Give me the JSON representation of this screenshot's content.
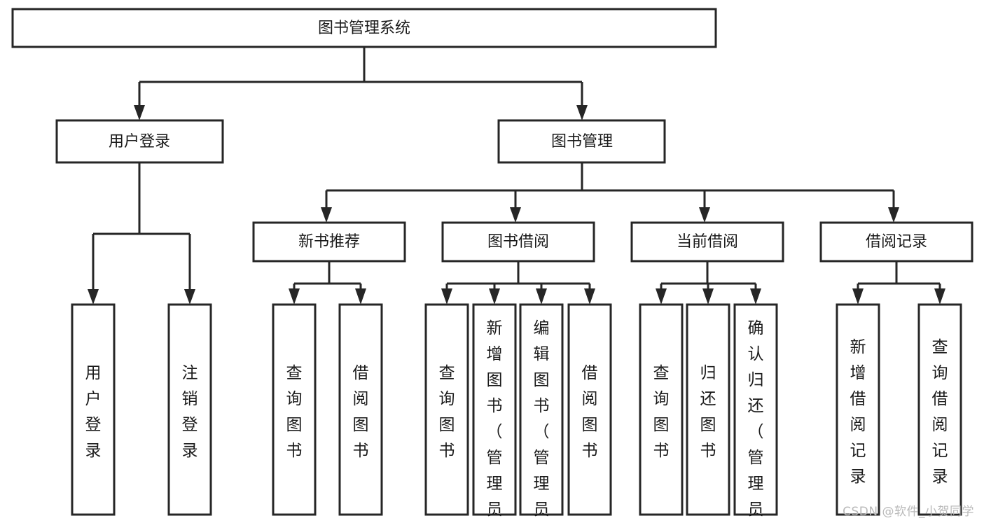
{
  "diagram": {
    "type": "tree-hierarchy",
    "title": "图书管理系统",
    "watermark": "CSDN @软件_小贺同学",
    "colors": {
      "stroke": "#262626",
      "fill": "#ffffff",
      "text": "#1a1a1a",
      "watermark": "#b9b9b9"
    },
    "root": {
      "label": "图书管理系统"
    },
    "level1": [
      {
        "label": "用户登录"
      },
      {
        "label": "图书管理"
      }
    ],
    "level2": [
      {
        "label": "新书推荐"
      },
      {
        "label": "图书借阅"
      },
      {
        "label": "当前借阅"
      },
      {
        "label": "借阅记录"
      }
    ],
    "leaves": {
      "user_login": [
        {
          "label": "用户登录"
        },
        {
          "label": "注销登录"
        }
      ],
      "new_book": [
        {
          "label": "查询图书"
        },
        {
          "label": "借阅图书"
        }
      ],
      "book_borrow": [
        {
          "label": "查询图书"
        },
        {
          "label": "新增图书（管理员）"
        },
        {
          "label": "编辑图书（管理员）"
        },
        {
          "label": "借阅图书"
        }
      ],
      "current_borrow": [
        {
          "label": "查询图书"
        },
        {
          "label": "归还图书"
        },
        {
          "label": "确认归还（管理员）"
        }
      ],
      "borrow_record": [
        {
          "label": "新增借阅记录"
        },
        {
          "label": "查询借阅记录"
        }
      ]
    }
  }
}
